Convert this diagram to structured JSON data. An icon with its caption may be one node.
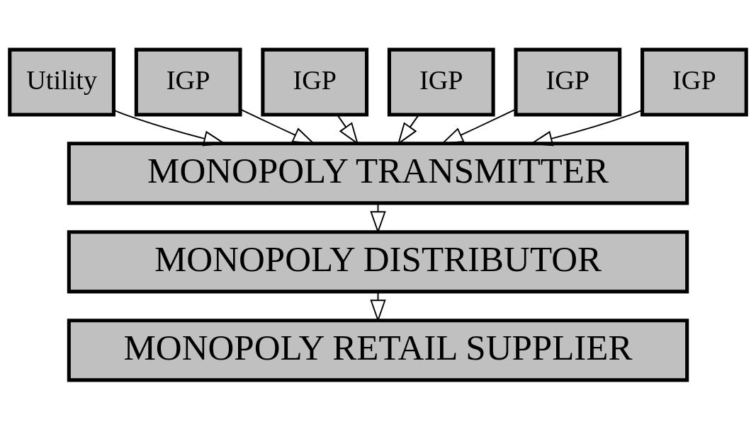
{
  "diagram": {
    "nodes": [
      {
        "text": [
          "Utility"
        ]
      },
      {
        "text": [
          "IGP"
        ]
      },
      {
        "text": [
          "IGP"
        ]
      },
      {
        "text": [
          "IGP"
        ]
      },
      {
        "text": [
          "IGP"
        ]
      },
      {
        "text": [
          "IGP"
        ]
      },
      {
        "text": [
          "MONOPOLY TRANSMITTER"
        ]
      },
      {
        "text": [
          "MONOPOLY DISTRIBUTOR"
        ]
      },
      {
        "text": [
          "MONOPOLY RETAIL SUPPLIER"
        ]
      }
    ],
    "edges": [
      {
        "from": 0,
        "to": 6,
        "arrow": "to"
      },
      {
        "from": 1,
        "to": 6,
        "arrow": "to"
      },
      {
        "from": 2,
        "to": 6,
        "arrow": "to"
      },
      {
        "from": 3,
        "to": 6,
        "arrow": "to"
      },
      {
        "from": 4,
        "to": 6,
        "arrow": "to"
      },
      {
        "from": 5,
        "to": 6,
        "arrow": "to"
      },
      {
        "from": 6,
        "to": 7,
        "arrow": "to"
      },
      {
        "from": 7,
        "to": 8,
        "arrow": "to"
      }
    ]
  }
}
